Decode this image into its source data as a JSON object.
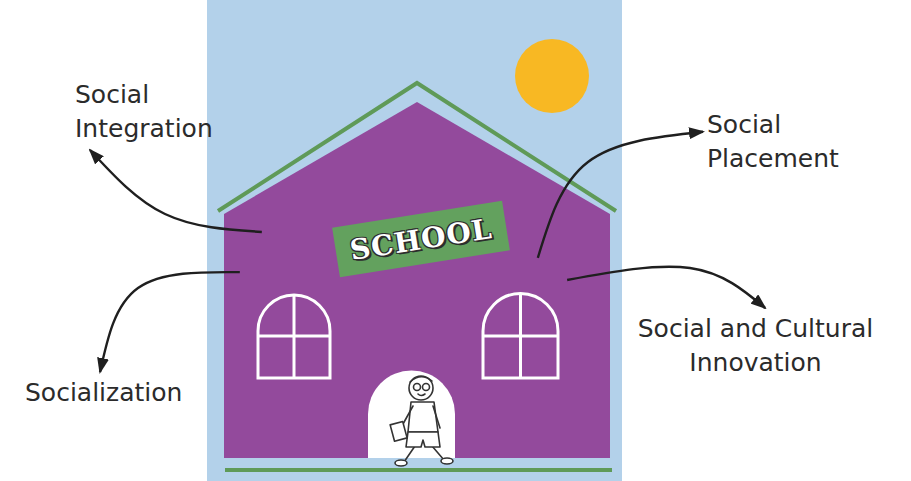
{
  "diagram": {
    "nodes": [
      {
        "text": [
          "SCHOOL"
        ]
      },
      {
        "text": [
          "Social Integration"
        ]
      },
      {
        "text": [
          "Social Placement"
        ]
      },
      {
        "text": [
          "Social and Cultural Innovation"
        ]
      },
      {
        "text": [
          "Socialization"
        ]
      }
    ],
    "edges": [
      {
        "from": 0,
        "to": 1,
        "arrow": "to"
      },
      {
        "from": 0,
        "to": 2,
        "arrow": "to"
      },
      {
        "from": 0,
        "to": 3,
        "arrow": "to"
      },
      {
        "from": 0,
        "to": 4,
        "arrow": "to"
      }
    ]
  }
}
